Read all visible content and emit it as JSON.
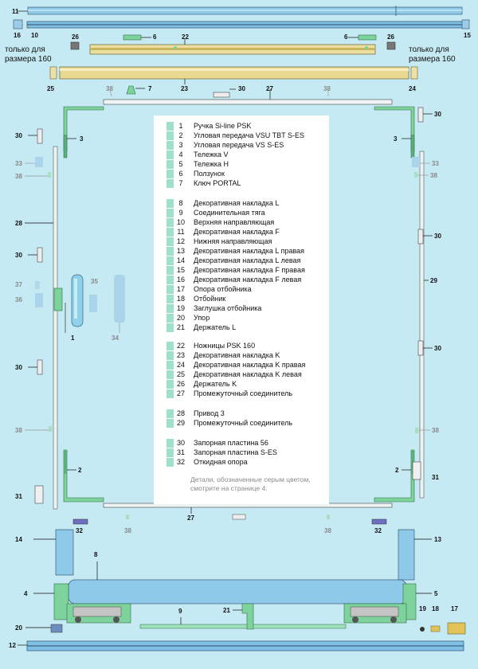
{
  "legend": {
    "groups": [
      {
        "items": [
          {
            "num": "1",
            "text": "Ручка Si-line PSK"
          },
          {
            "num": "2",
            "text": "Угловая передача VSU TBT S-ES"
          },
          {
            "num": "3",
            "text": "Угловая передача VS S-ES"
          },
          {
            "num": "4",
            "text": "Тележка V"
          },
          {
            "num": "5",
            "text": "Тележка H"
          },
          {
            "num": "6",
            "text": "Ползунок"
          },
          {
            "num": "7",
            "text": "Ключ PORTAL"
          }
        ]
      },
      {
        "items": [
          {
            "num": "8",
            "text": "Декоративная накладка L"
          },
          {
            "num": "9",
            "text": "Соединительная тяга"
          },
          {
            "num": "10",
            "text": "Верхняя направляющая"
          },
          {
            "num": "11",
            "text": "Декоративная накладка F"
          },
          {
            "num": "12",
            "text": "Нижняя направляющая"
          },
          {
            "num": "13",
            "text": "Декоративная накладка L правая"
          },
          {
            "num": "14",
            "text": "Декоративная накладка L левая"
          },
          {
            "num": "15",
            "text": "Декоративная накладка F правая"
          },
          {
            "num": "16",
            "text": "Декоративная накладка F левая"
          },
          {
            "num": "17",
            "text": "Опора отбойника"
          },
          {
            "num": "18",
            "text": "Отбойник"
          },
          {
            "num": "19",
            "text": "Заглушка отбойника"
          },
          {
            "num": "20",
            "text": "Упор"
          },
          {
            "num": "21",
            "text": "Держатель L"
          }
        ]
      },
      {
        "items": [
          {
            "num": "22",
            "text": "Ножницы PSK 160"
          },
          {
            "num": "23",
            "text": "Декоративная накладка K"
          },
          {
            "num": "24",
            "text": "Декоративная накладка K правая"
          },
          {
            "num": "25",
            "text": "Декоративная накладка K левая"
          },
          {
            "num": "26",
            "text": "Держатель K"
          },
          {
            "num": "27",
            "text": "Промежуточный соединитель"
          }
        ]
      },
      {
        "items": [
          {
            "num": "28",
            "text": "Привод 3"
          },
          {
            "num": "29",
            "text": "Промежуточный соединитель"
          }
        ]
      },
      {
        "items": [
          {
            "num": "30",
            "text": "Запорная пластина 56"
          },
          {
            "num": "31",
            "text": "Запорная пластина S-ES"
          },
          {
            "num": "32",
            "text": "Откидная опора"
          }
        ]
      }
    ],
    "note": "Детали, обозначенные серым цветом, смотрите на странице 4."
  },
  "notes": {
    "left_line1": "только для",
    "left_line2": "размера 160",
    "right_line1": "только для",
    "right_line2": "размера 160"
  },
  "callouts": {
    "c11": "11",
    "c16": "16",
    "c10": "10",
    "c15": "15",
    "c26l": "26",
    "c6l": "6",
    "c22": "22",
    "c6r": "6",
    "c26r": "26",
    "c25": "25",
    "c23": "23",
    "c24": "24",
    "c38a": "38",
    "c7": "7",
    "c30top": "30",
    "c27top": "27",
    "c38b": "38",
    "c30l1": "30",
    "c3l": "3",
    "c33l": "33",
    "c38l1": "38",
    "c28": "28",
    "c30l2": "30",
    "c37": "37",
    "c36": "36",
    "c35": "35",
    "c1": "1",
    "c34": "34",
    "c30l3": "30",
    "c38l2": "38",
    "c2l": "2",
    "c31l": "31",
    "c30r1": "30",
    "c3r": "3",
    "c33r": "33",
    "c38r1": "38",
    "c30r2": "30",
    "c29": "29",
    "c30r3": "30",
    "c38r2": "38",
    "c2r": "2",
    "c31r": "31",
    "c32l": "32",
    "c38bl": "38",
    "c27bot": "27",
    "c38br": "38",
    "c32r": "32",
    "c14": "14",
    "c13": "13",
    "c8": "8",
    "c4": "4",
    "c5": "5",
    "c9": "9",
    "c21": "21",
    "c19": "19",
    "c18": "18",
    "c17": "17",
    "c20": "20",
    "c12": "12"
  },
  "colors": {
    "background": "#c5eaf3",
    "legend_bg": "#ffffff",
    "legend_swatch": "#9fe1cc",
    "rail_blue": "#7fc0e6",
    "cover_yellow": "#e8d890",
    "part_green": "#7ed39c",
    "frame_grey": "#8a8a8a"
  }
}
